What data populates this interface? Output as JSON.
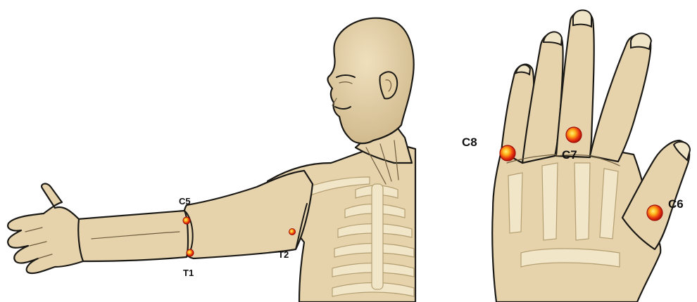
{
  "arm_panel": {
    "points": [
      {
        "id": "c5",
        "label": "C5"
      },
      {
        "id": "t1",
        "label": "T1"
      },
      {
        "id": "t2",
        "label": "T2"
      }
    ]
  },
  "hand_panel": {
    "points": [
      {
        "id": "c8",
        "label": "C8"
      },
      {
        "id": "c7",
        "label": "C7"
      },
      {
        "id": "c6",
        "label": "C6"
      }
    ]
  },
  "colors": {
    "skin": "#e6d3ac",
    "outline": "#1c1a16",
    "point_outer": "#d91f0f",
    "point_inner": "#ffd21a"
  }
}
